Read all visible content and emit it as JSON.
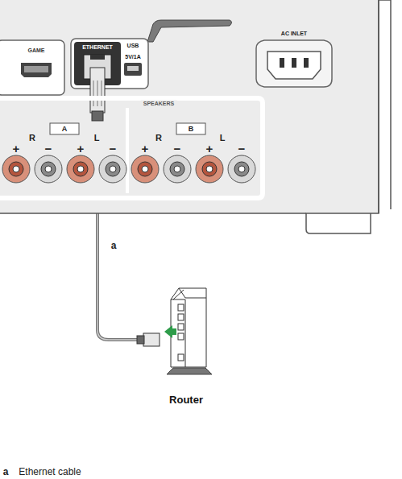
{
  "diagram": {
    "nodes": [
      {
        "text": [
          "ETHERNET"
        ]
      },
      {
        "text": [
          "Router"
        ]
      }
    ],
    "edges": [
      {
        "from": 0,
        "to": 1,
        "label": "a",
        "arrow": "none"
      }
    ],
    "labels": [
      "GAME",
      "USB",
      "5V/1A",
      "AC INLET",
      "SPEAKERS",
      "A",
      "R",
      "L",
      "B",
      "R",
      "L",
      "+",
      "−",
      "+",
      "−",
      "+",
      "−",
      "+",
      "−",
      "Ethernet cable",
      "a"
    ]
  }
}
